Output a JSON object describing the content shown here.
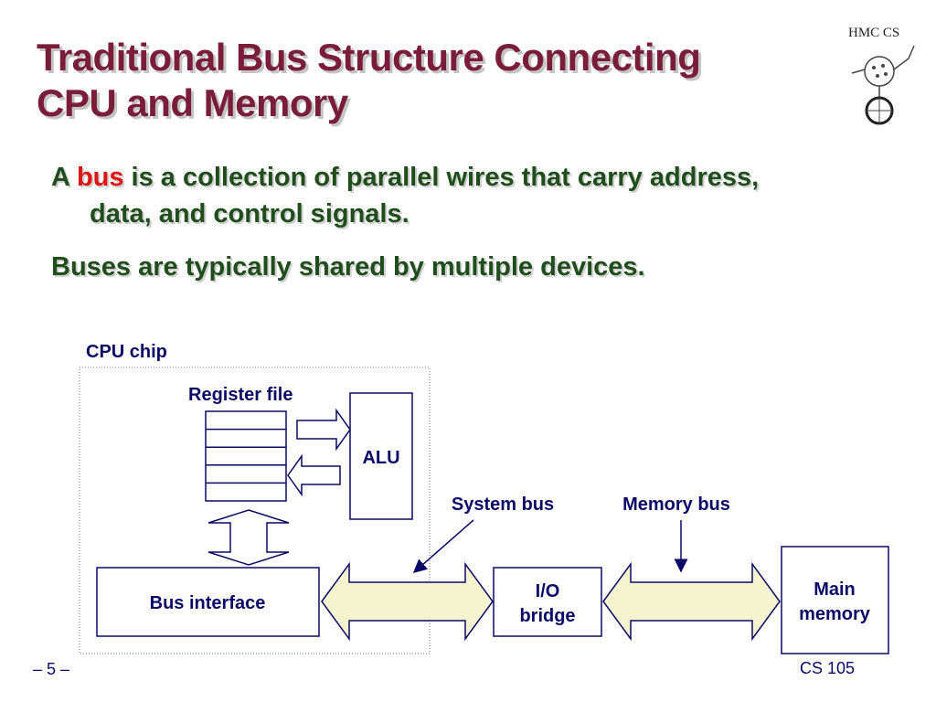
{
  "slide": {
    "title_line1": "Traditional Bus Structure Connecting",
    "title_line2": "CPU and Memory",
    "bullet1_prefix": "A ",
    "bullet1_keyword": "bus",
    "bullet1_rest": " is a collection of parallel wires that carry address, data, and control signals.",
    "bullet2": "Buses are typically shared by multiple devices.",
    "logo_text": "HMC CS"
  },
  "diagram": {
    "cpu_chip": "CPU chip",
    "register_file": "Register file",
    "alu": "ALU",
    "bus_interface": "Bus interface",
    "system_bus": "System bus",
    "memory_bus": "Memory bus",
    "io_bridge_line1": "I/O",
    "io_bridge_line2": "bridge",
    "main_memory_line1": "Main",
    "main_memory_line2": "memory"
  },
  "footer": {
    "page": "– 5 –",
    "course": "CS 105"
  },
  "colors": {
    "title": "#7a1d3a",
    "bullet": "#1f4d1b",
    "keyword": "#e01414",
    "diagram_line": "#0a0a66",
    "bus_fill": "#f5f4cf"
  }
}
